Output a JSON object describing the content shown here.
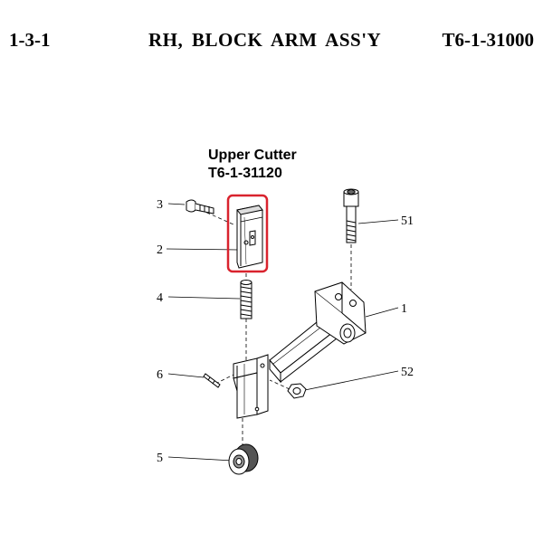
{
  "header": {
    "section_number": "1-3-1",
    "title": "RH,  BLOCK  ARM  ASS'Y",
    "assembly_code": "T6-1-31000"
  },
  "callout": {
    "name": "Upper Cutter",
    "code": "T6-1-31120",
    "highlight_color": "#d9232e"
  },
  "parts": {
    "p1": "1",
    "p2": "2",
    "p3": "3",
    "p4": "4",
    "p5": "5",
    "p6": "6",
    "p51": "51",
    "p52": "52"
  }
}
